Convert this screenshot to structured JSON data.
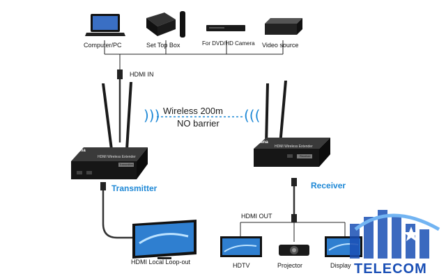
{
  "sources": {
    "computer": "Computer/PC",
    "settop": "Set Top Box",
    "dvd": "For DVD/HD Camera",
    "video": "Video source"
  },
  "hdmi_in": "HDMI IN",
  "wireless": {
    "line1": "Wireless 200m",
    "line2": "NO barrier"
  },
  "transmitter": {
    "label": "Transmitter",
    "brand": "Kena",
    "subtitle": "HDMI Wireless Extender",
    "tag": "Transmitter"
  },
  "receiver": {
    "label": "Receiver",
    "brand": "Kena",
    "subtitle": "HDMI Wireless Extender",
    "tag": "Receiver"
  },
  "loopout": "HDMI Local Loop-out",
  "hdmi_out": "HDMI OUT",
  "outputs": {
    "hdtv": "HDTV",
    "projector": "Projector",
    "display": "Display"
  },
  "logo": {
    "text": "TELECOM"
  },
  "colors": {
    "accent": "#1e88d6",
    "logo": "#1a4fb5",
    "device": "#1c1c1c"
  }
}
